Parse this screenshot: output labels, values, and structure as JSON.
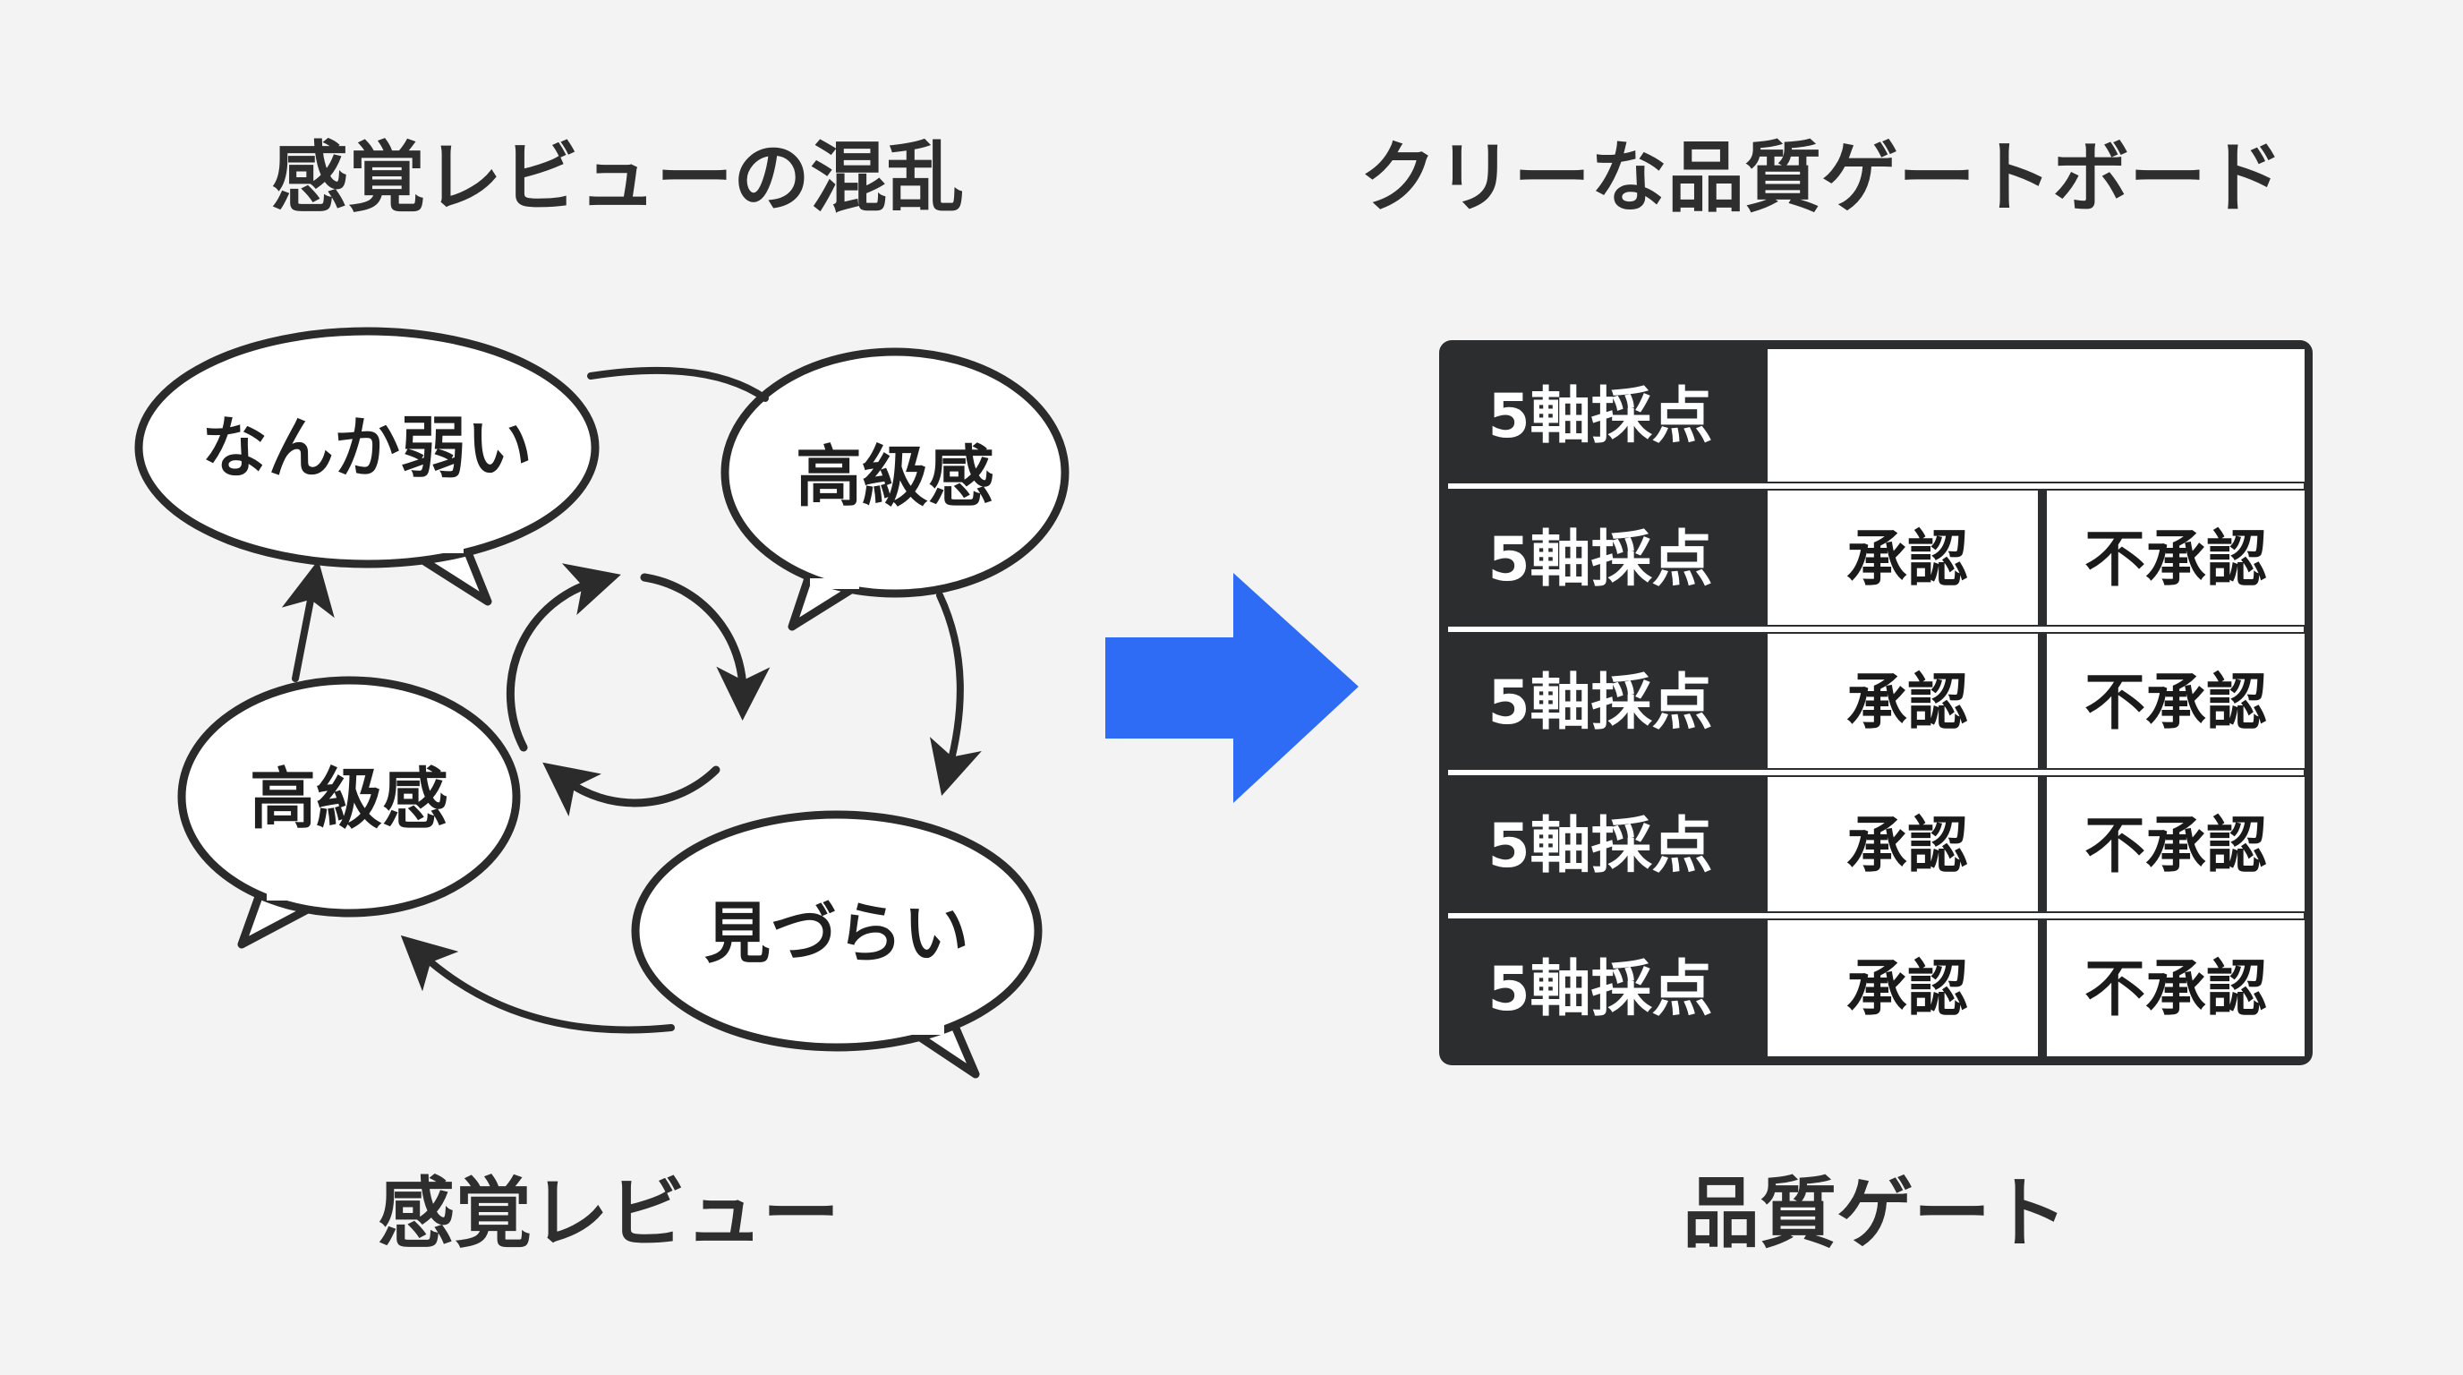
{
  "left_panel": {
    "title": "感覚レビューの混乱",
    "caption": "感覚レビュー",
    "bubbles": [
      {
        "label": "なんか弱い"
      },
      {
        "label": "高級感"
      },
      {
        "label": "高級感"
      },
      {
        "label": "見づらい"
      }
    ]
  },
  "right_panel": {
    "title": "クリーな品質ゲートボード",
    "caption": "品質ゲート",
    "board": {
      "header_row": {
        "label": "5軸採点"
      },
      "rows": [
        {
          "label": "5軸採点",
          "approve": "承認",
          "reject": "不承認"
        },
        {
          "label": "5軸採点",
          "approve": "承認",
          "reject": "不承認"
        },
        {
          "label": "5軸採点",
          "approve": "承認",
          "reject": "不承認"
        },
        {
          "label": "5軸採点",
          "approve": "承認",
          "reject": "不承認"
        }
      ]
    }
  },
  "colors": {
    "background": "#f3f3f3",
    "ink": "#2b2b2b",
    "arrow_accent": "#2f6cf5",
    "board_dark": "#2b2d2f",
    "board_light": "#ffffff"
  },
  "icons": {
    "transition_arrow": "arrow-right-icon",
    "cycle": "circular-arrows-icon"
  }
}
